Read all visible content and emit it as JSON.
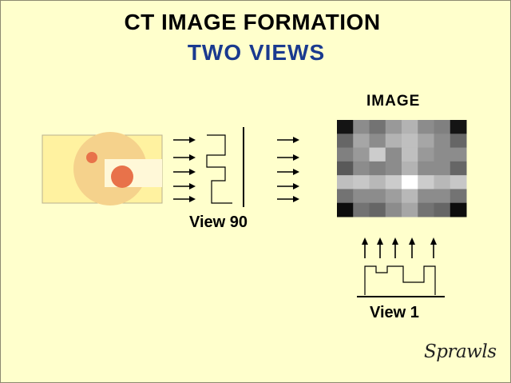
{
  "title": "CT IMAGE FORMATION",
  "subtitle": "TWO VIEWS",
  "labels": {
    "image": "IMAGE",
    "view_90": "View 90",
    "view_1": "View 1"
  },
  "signature": "Sprawls",
  "colors": {
    "background": "#ffffcc",
    "subtitle": "#1a3a8f",
    "object_field": "#fff2a0",
    "object_circle": "#f5d28c",
    "object_beam": "#fff8d8",
    "lesion": "#e8724a",
    "ink": "#000000"
  },
  "icon_names": [
    "arrow-right-icon",
    "arrow-up-icon"
  ],
  "ct_image_grid": [
    [
      0.08,
      0.55,
      0.45,
      0.6,
      0.7,
      0.55,
      0.5,
      0.08
    ],
    [
      0.4,
      0.65,
      0.55,
      0.7,
      0.75,
      0.65,
      0.55,
      0.4
    ],
    [
      0.5,
      0.6,
      0.8,
      0.55,
      0.75,
      0.6,
      0.55,
      0.55
    ],
    [
      0.35,
      0.55,
      0.5,
      0.55,
      0.7,
      0.55,
      0.55,
      0.4
    ],
    [
      0.75,
      0.78,
      0.72,
      0.8,
      1.0,
      0.8,
      0.72,
      0.78
    ],
    [
      0.45,
      0.55,
      0.55,
      0.62,
      0.72,
      0.55,
      0.55,
      0.45
    ],
    [
      0.05,
      0.45,
      0.4,
      0.55,
      0.65,
      0.45,
      0.4,
      0.05
    ]
  ]
}
